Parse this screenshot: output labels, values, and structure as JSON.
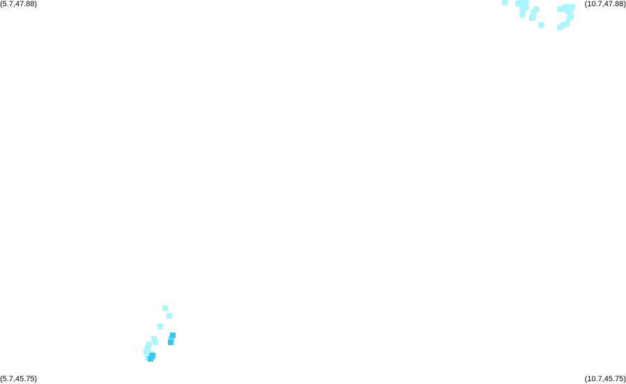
{
  "map": {
    "corners": {
      "top_left": "(5.7,47.88)",
      "top_right": "(10.7,47.88)",
      "bottom_left": "(5.7,45.75)",
      "bottom_right": "(10.7,45.75)"
    },
    "extent": {
      "lon_min": 5.7,
      "lon_max": 10.7,
      "lat_min": 45.75,
      "lat_max": 47.88
    },
    "colors": {
      "light": "#aaf6ff",
      "medium": "#66e6ff",
      "strong": "#33ccee"
    },
    "points": [
      {
        "lon": 9.73,
        "lat": 47.87,
        "level": "light"
      },
      {
        "lon": 9.84,
        "lat": 47.86,
        "level": "light"
      },
      {
        "lon": 9.86,
        "lat": 47.87,
        "level": "light"
      },
      {
        "lon": 9.87,
        "lat": 47.86,
        "level": "light"
      },
      {
        "lon": 9.88,
        "lat": 47.85,
        "level": "light"
      },
      {
        "lon": 9.9,
        "lat": 47.87,
        "level": "light"
      },
      {
        "lon": 9.87,
        "lat": 47.84,
        "level": "light"
      },
      {
        "lon": 9.9,
        "lat": 47.84,
        "level": "light"
      },
      {
        "lon": 9.88,
        "lat": 47.83,
        "level": "light"
      },
      {
        "lon": 9.87,
        "lat": 47.8,
        "level": "light"
      },
      {
        "lon": 9.96,
        "lat": 47.81,
        "level": "light"
      },
      {
        "lon": 9.96,
        "lat": 47.79,
        "level": "light"
      },
      {
        "lon": 9.98,
        "lat": 47.83,
        "level": "light"
      },
      {
        "lon": 9.95,
        "lat": 47.78,
        "level": "light"
      },
      {
        "lon": 10.02,
        "lat": 47.74,
        "level": "light"
      },
      {
        "lon": 10.17,
        "lat": 47.83,
        "level": "light"
      },
      {
        "lon": 10.19,
        "lat": 47.83,
        "level": "light"
      },
      {
        "lon": 10.21,
        "lat": 47.84,
        "level": "light"
      },
      {
        "lon": 10.23,
        "lat": 47.84,
        "level": "light"
      },
      {
        "lon": 10.26,
        "lat": 47.83,
        "level": "light"
      },
      {
        "lon": 10.27,
        "lat": 47.84,
        "level": "light"
      },
      {
        "lon": 10.24,
        "lat": 47.82,
        "level": "light"
      },
      {
        "lon": 10.26,
        "lat": 47.79,
        "level": "light"
      },
      {
        "lon": 10.25,
        "lat": 47.78,
        "level": "light"
      },
      {
        "lon": 10.23,
        "lat": 47.75,
        "level": "light"
      },
      {
        "lon": 10.2,
        "lat": 47.74,
        "level": "light"
      },
      {
        "lon": 10.17,
        "lat": 47.73,
        "level": "light"
      },
      {
        "lon": 6.98,
        "lat": 46.07,
        "level": "light"
      },
      {
        "lon": 6.93,
        "lat": 46.0,
        "level": "light"
      },
      {
        "lon": 6.94,
        "lat": 45.98,
        "level": "light"
      },
      {
        "lon": 6.89,
        "lat": 45.97,
        "level": "light"
      },
      {
        "lon": 6.88,
        "lat": 45.95,
        "level": "light"
      },
      {
        "lon": 6.87,
        "lat": 45.93,
        "level": "light"
      },
      {
        "lon": 6.9,
        "lat": 45.92,
        "level": "light"
      },
      {
        "lon": 6.88,
        "lat": 45.9,
        "level": "light"
      },
      {
        "lon": 6.91,
        "lat": 45.9,
        "level": "medium"
      },
      {
        "lon": 7.02,
        "lat": 46.17,
        "level": "light"
      },
      {
        "lon": 7.05,
        "lat": 46.13,
        "level": "light"
      },
      {
        "lon": 6.92,
        "lat": 45.91,
        "level": "strong"
      },
      {
        "lon": 6.9,
        "lat": 45.89,
        "level": "strong"
      },
      {
        "lon": 7.07,
        "lat": 46.0,
        "level": "medium"
      },
      {
        "lon": 7.06,
        "lat": 45.98,
        "level": "strong"
      },
      {
        "lon": 7.08,
        "lat": 46.02,
        "level": "strong"
      }
    ]
  }
}
